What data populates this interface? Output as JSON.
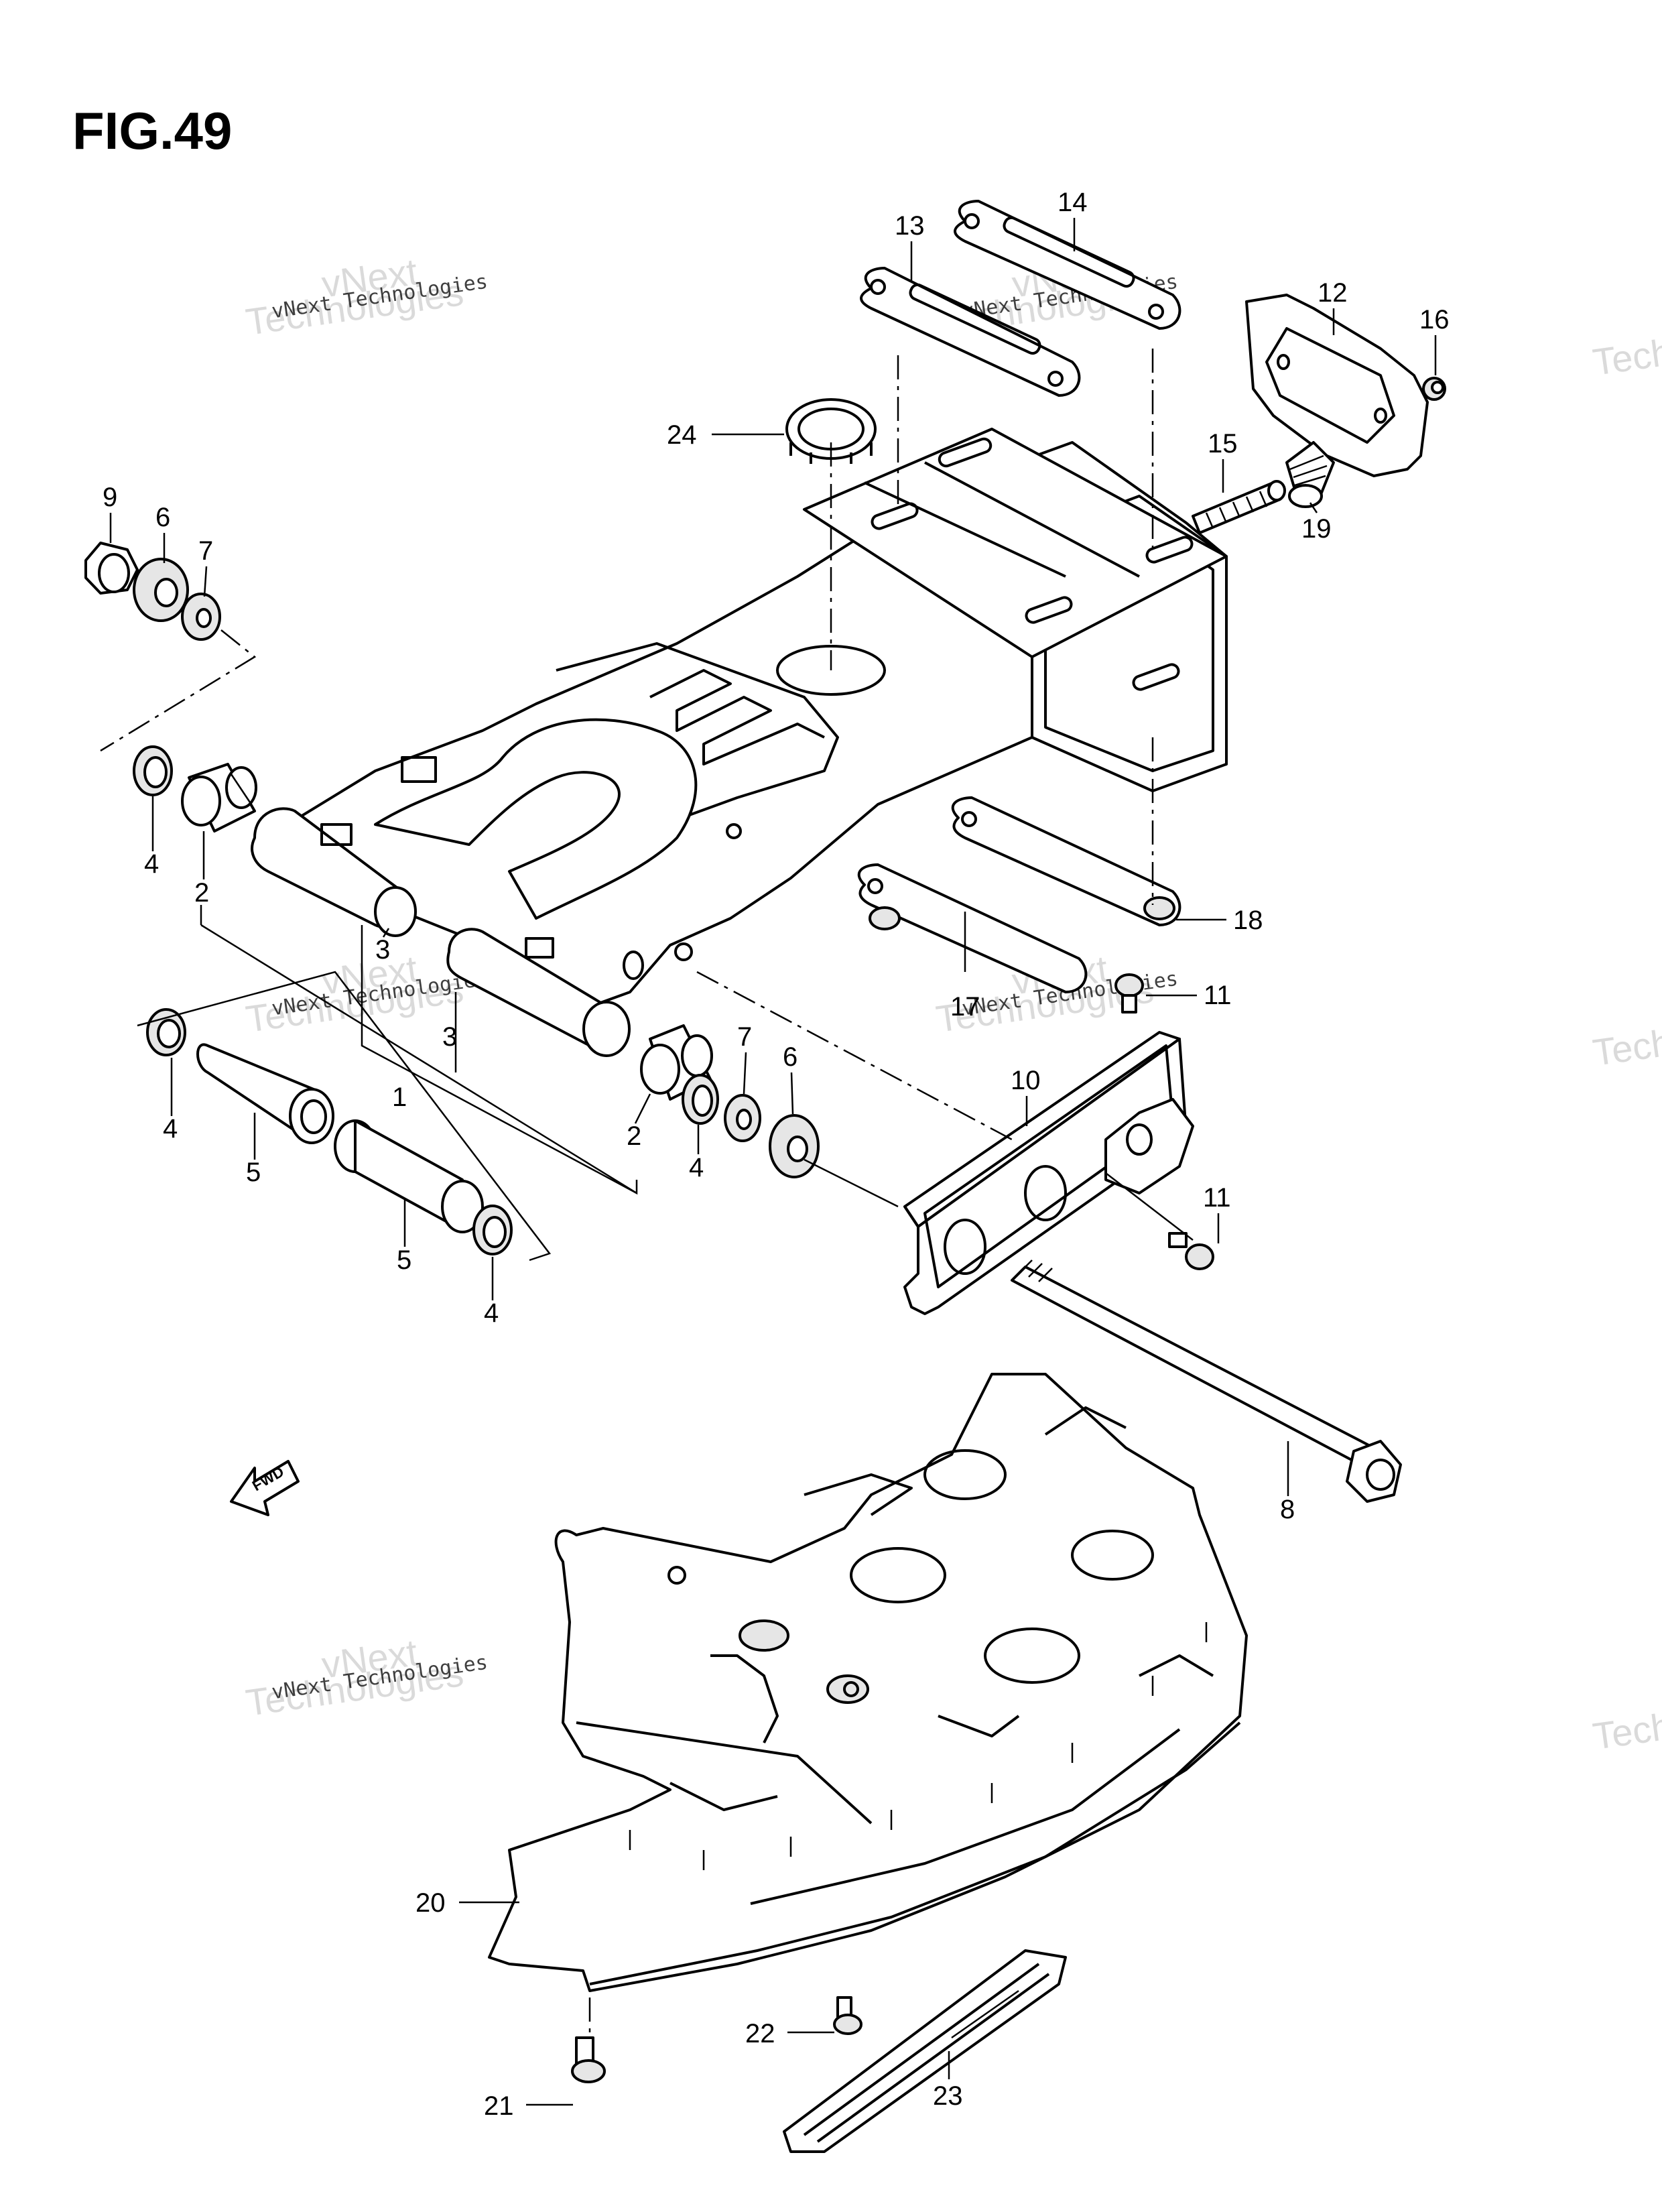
{
  "figure": {
    "title": "FIG.49",
    "fwd_label": "FWD"
  },
  "watermark": {
    "line1": "vNext Technologies",
    "line2": "Technologies",
    "line3": "vNext"
  },
  "callouts": [
    "9",
    "6",
    "7",
    "4",
    "2",
    "3",
    "1",
    "3",
    "4",
    "5",
    "5",
    "4",
    "2",
    "4",
    "7",
    "6",
    "24",
    "13",
    "14",
    "12",
    "16",
    "15",
    "19",
    "18",
    "11",
    "17",
    "10",
    "11",
    "8",
    "20",
    "22",
    "23",
    "21"
  ]
}
